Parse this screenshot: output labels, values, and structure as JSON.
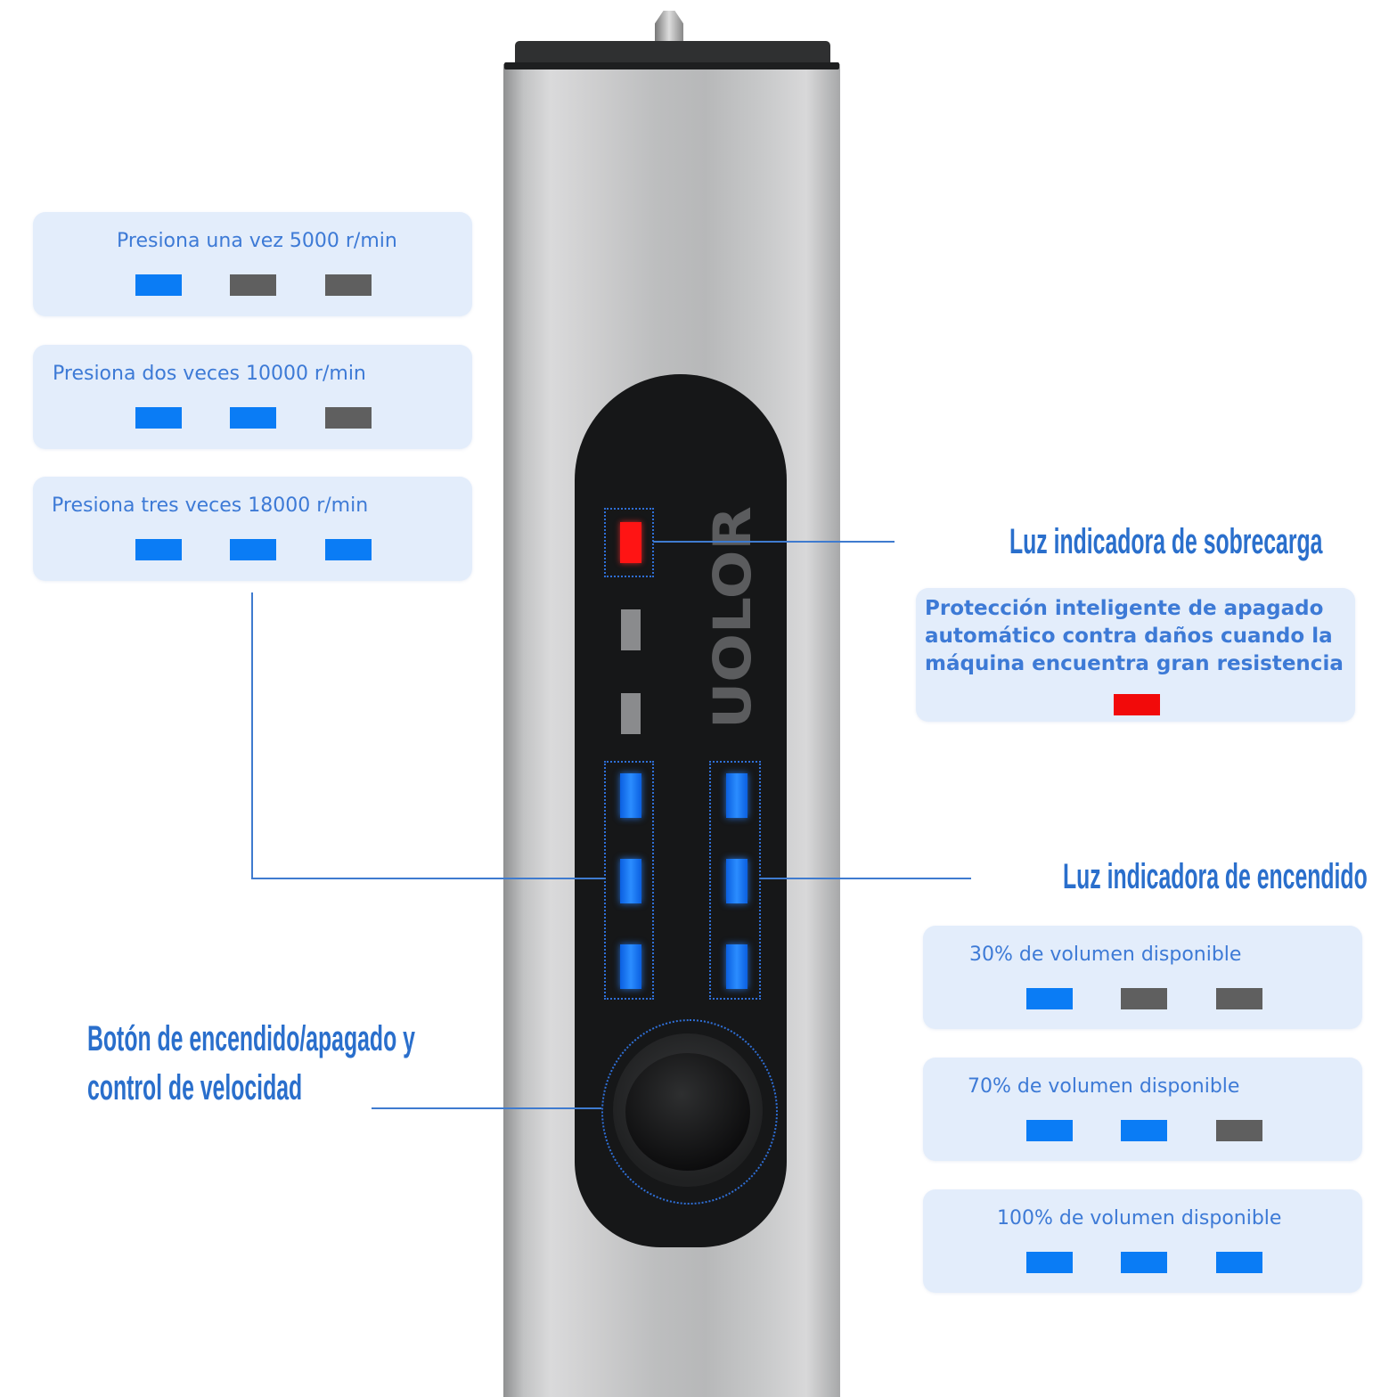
{
  "brand": "UOLOR",
  "speed_modes": [
    {
      "label": "Presiona una vez 5000 r/min",
      "lights": [
        "on",
        "off",
        "off"
      ]
    },
    {
      "label": "Presiona dos veces 10000 r/min",
      "lights": [
        "on",
        "on",
        "off"
      ]
    },
    {
      "label": "Presiona tres veces 18000 r/min",
      "lights": [
        "on",
        "on",
        "on"
      ]
    }
  ],
  "overload": {
    "title": "Luz indicadora de sobrecarga",
    "description": "Protección inteligente de apagado automático contra daños cuando la máquina encuentra gran resistencia",
    "light": "red"
  },
  "power": {
    "title": "Luz indicadora de encendido",
    "levels": [
      {
        "label": "30% de volumen disponible",
        "lights": [
          "on",
          "off",
          "off"
        ]
      },
      {
        "label": "70% de volumen disponible",
        "lights": [
          "on",
          "on",
          "off"
        ]
      },
      {
        "label": "100% de volumen disponible",
        "lights": [
          "on",
          "on",
          "on"
        ]
      }
    ]
  },
  "button": {
    "title_line1": "Botón de encendido/apagado y",
    "title_line2": "control de velocidad"
  },
  "colors": {
    "on": "#0a7cf5",
    "off": "#5f5f5f",
    "red": "#f20a0a",
    "accent": "#3d7ad6"
  }
}
